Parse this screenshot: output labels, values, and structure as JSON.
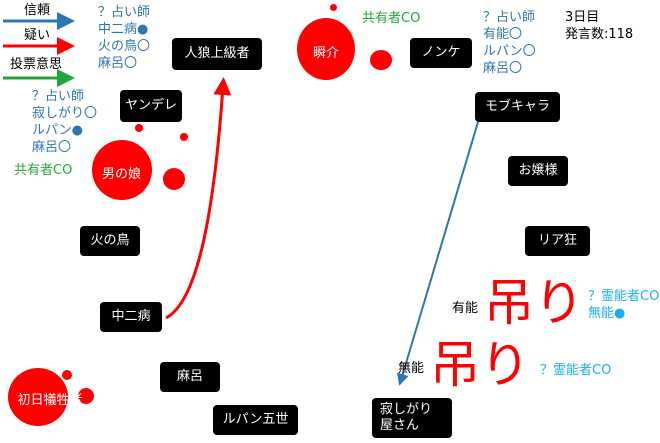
{
  "legend": {
    "trust": "信頼",
    "doubt": "疑い",
    "vote": "投票意思",
    "colors": {
      "trust": "#2e75b6",
      "doubt": "#ff0000",
      "vote": "#21a83a"
    }
  },
  "day_info": {
    "day": "3日目",
    "posts": "発言数:118"
  },
  "notes": {
    "n1": [
      "？占い師",
      "中二病●",
      "火の鳥〇",
      "麻呂〇"
    ],
    "n2": [
      "？占い師",
      "寂しがり〇",
      "ルパン●",
      "麻呂〇"
    ],
    "n2_co": "共有者CO",
    "n3_co": "共有者CO",
    "n4": [
      "？占い師",
      "有能〇",
      "ルパン〇",
      "麻呂〇"
    ],
    "n5": [
      "？霊能者CO",
      "無能●"
    ],
    "n6": "？霊能者CO"
  },
  "players": {
    "jinro": "人狼上級者",
    "yandere": "ヤンデレ",
    "otokonoko": "男の娘",
    "hinotori": "火の鳥",
    "chuni": "中二病",
    "maro": "麻呂",
    "lupin": "ルパン五世",
    "shonichi": "初日犠牲者",
    "shunsuke": "瞬介",
    "nonke": "ノンケ",
    "mob": "モブキャラ",
    "ojou": "お嬢様",
    "riakyo": "リア狂",
    "sabishi": "寂しがり\n屋さん",
    "yuno": "有能",
    "muno": "無能"
  },
  "hanged": "吊り"
}
